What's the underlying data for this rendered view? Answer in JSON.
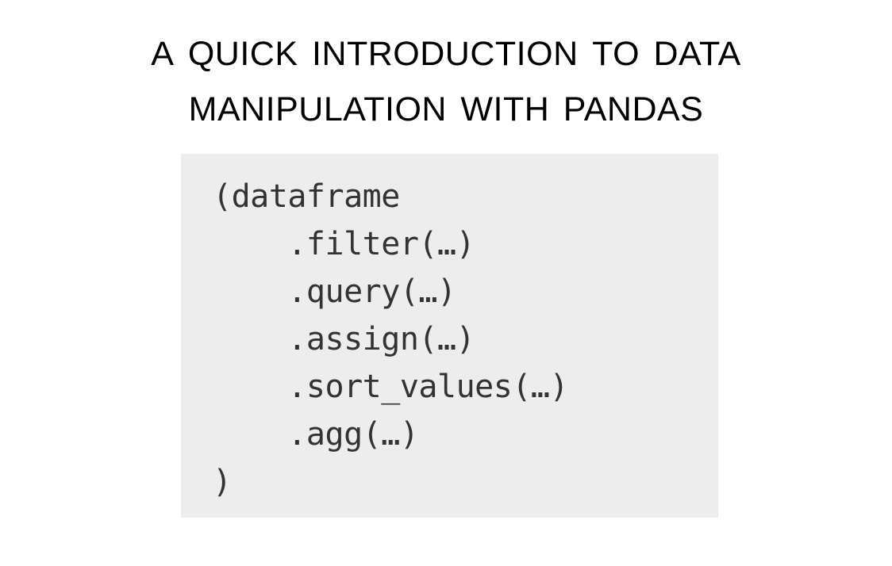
{
  "slide": {
    "background_color": "#ffffff",
    "title": {
      "line1": "A Quick Introduction to Data",
      "line2": "Manipulation with Pandas",
      "full_text": "A Quick Introduction to Data\nManipulation with Pandas",
      "display_style": "small-caps",
      "color": "#000000"
    },
    "code_block": {
      "background_color": "#ededed",
      "text_color": "#333333",
      "language": "python",
      "lines": [
        "(dataframe",
        "    .filter(…)",
        "    .query(…)",
        "    .assign(…)",
        "    .sort_values(…)",
        "    .agg(…)",
        ")"
      ],
      "full_text": "(dataframe\n    .filter(…)\n    .query(…)\n    .assign(…)\n    .sort_values(…)\n    .agg(…)\n)"
    }
  }
}
